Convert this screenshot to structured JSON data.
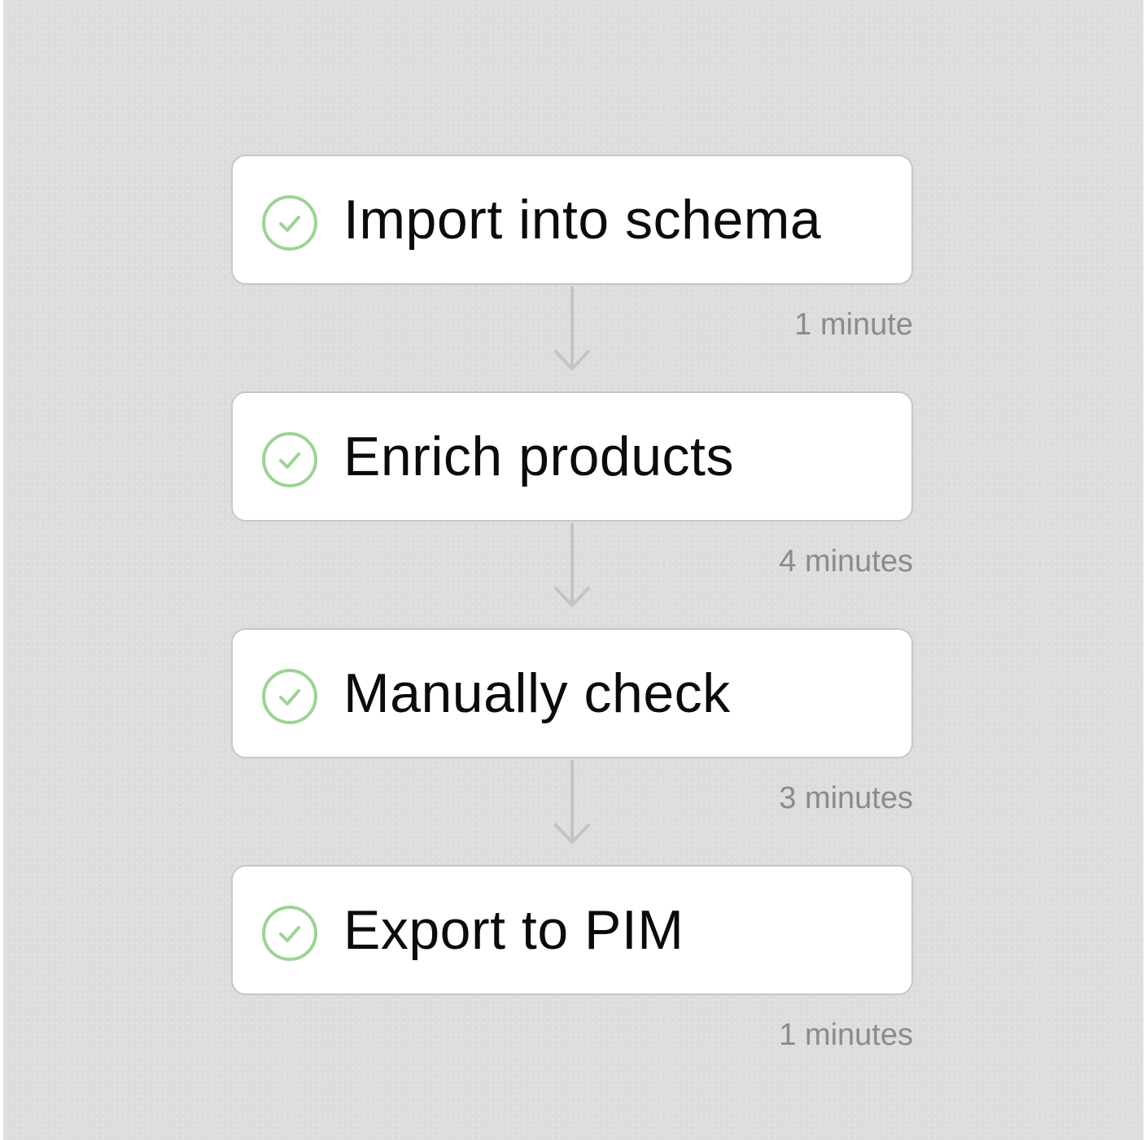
{
  "steps": [
    {
      "label": "Import into schema",
      "icon": "check-circle-icon",
      "duration": "1 minute"
    },
    {
      "label": "Enrich products",
      "icon": "check-circle-icon",
      "duration": "4 minutes"
    },
    {
      "label": "Manually check",
      "icon": "check-circle-icon",
      "duration": "3 minutes"
    },
    {
      "label": "Export to PIM",
      "icon": "check-circle-icon",
      "duration": "1 minutes"
    }
  ],
  "colors": {
    "check": "#9dd395",
    "arrow": "#c3c4c6",
    "duration_text": "#8a8b8d",
    "card_border": "#c6c7c9"
  }
}
